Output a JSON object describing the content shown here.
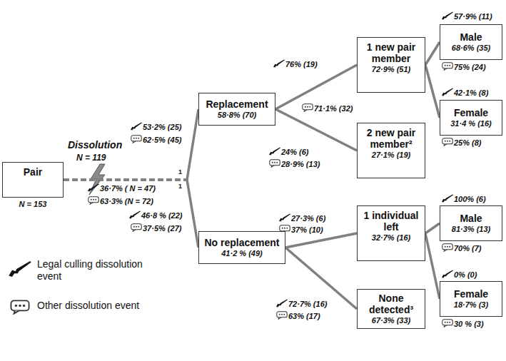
{
  "diagram": {
    "nodes": [
      {
        "text": [
          "Pair",
          "N = 153"
        ]
      },
      {
        "text": [
          "Replacement",
          "58·8% (70)"
        ]
      },
      {
        "text": [
          "1 new pair member",
          "72·9% (51)"
        ]
      },
      {
        "text": [
          "Male",
          "68·6% (35)"
        ]
      },
      {
        "text": [
          "Female",
          "31·4 % (16)"
        ]
      },
      {
        "text": [
          "2 new pair member²",
          "27·1% (19)"
        ]
      },
      {
        "text": [
          "No replacement",
          "41·2 % (49)"
        ]
      },
      {
        "text": [
          "1 individual left",
          "32·7% (16)"
        ]
      },
      {
        "text": [
          "Male",
          "81·3% (13)"
        ]
      },
      {
        "text": [
          "Female",
          "18·7% (3)"
        ]
      },
      {
        "text": [
          "None detected³",
          "67·3% (33)"
        ]
      }
    ],
    "edges": [
      {
        "from": 0,
        "to": 1,
        "arrow": "none",
        "label": "53·2% (25)"
      },
      {
        "from": 0,
        "to": 6,
        "arrow": "none",
        "label": "46·8 % (22)"
      },
      {
        "from": 1,
        "to": 2,
        "arrow": "none",
        "label": "76% (19)"
      },
      {
        "from": 1,
        "to": 5,
        "arrow": "none",
        "label": "24% (6)"
      },
      {
        "from": 2,
        "to": 3,
        "arrow": "none",
        "label": "57·9% (11)"
      },
      {
        "from": 2,
        "to": 4,
        "arrow": "none",
        "label": "42·1% (8)"
      },
      {
        "from": 6,
        "to": 7,
        "arrow": "none",
        "label": "27·3% (6)"
      },
      {
        "from": 6,
        "to": 10,
        "arrow": "none",
        "label": "72·7% (16)"
      },
      {
        "from": 7,
        "to": 8,
        "arrow": "none",
        "label": "100% (6)"
      },
      {
        "from": 7,
        "to": 9,
        "arrow": "none",
        "label": "0% (0)"
      }
    ],
    "labels": [
      "Dissolution",
      "N = 119",
      "36·7% ( N = 47)",
      "63·3% (N = 72)",
      "1",
      "1",
      "62·5% (45)",
      "37·5% (27)",
      "71·1% (32)",
      "28·9% (13)",
      "75% (24)",
      "25% (8)",
      "37% (10)",
      "63% (17)",
      "70% (7)",
      "30 % (3)"
    ],
    "legend": [
      {
        "text": "Legal culling dissolution event"
      },
      {
        "text": "Other dissolution event"
      }
    ]
  }
}
